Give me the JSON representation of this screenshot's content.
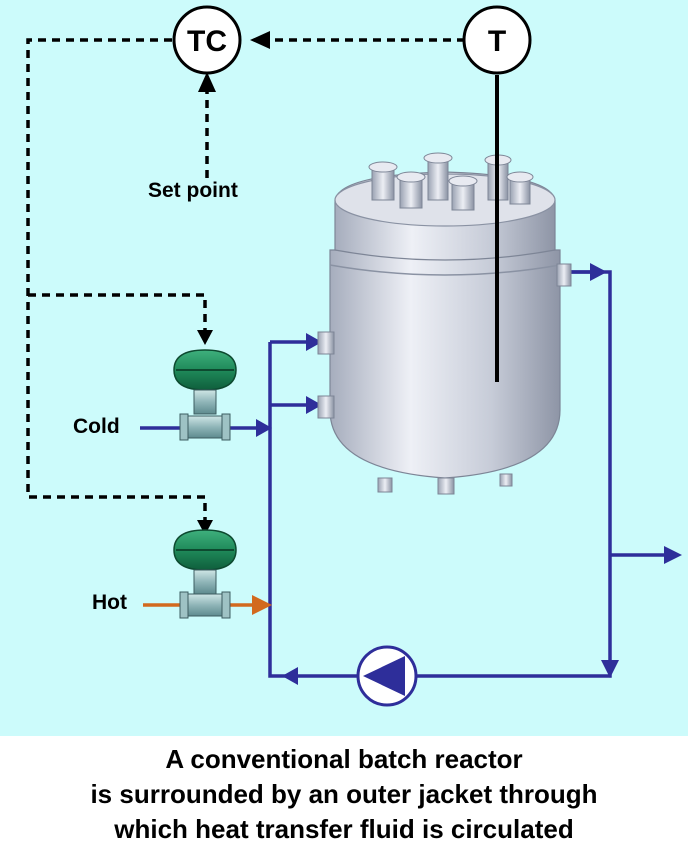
{
  "labels": {
    "tc": "TC",
    "t": "T",
    "set_point": "Set point",
    "cold": "Cold",
    "hot": "Hot"
  },
  "caption": {
    "line1": "A conventional batch reactor",
    "line2": "is surrounded by an outer jacket through",
    "line3": "which heat transfer fluid is circulated"
  },
  "colors": {
    "background": "#ccfbfb",
    "flow_line": "#2e2e9a",
    "hot_line": "#d2691e",
    "valve_actuator": "#1f8a5a",
    "signal_line": "#000000"
  }
}
